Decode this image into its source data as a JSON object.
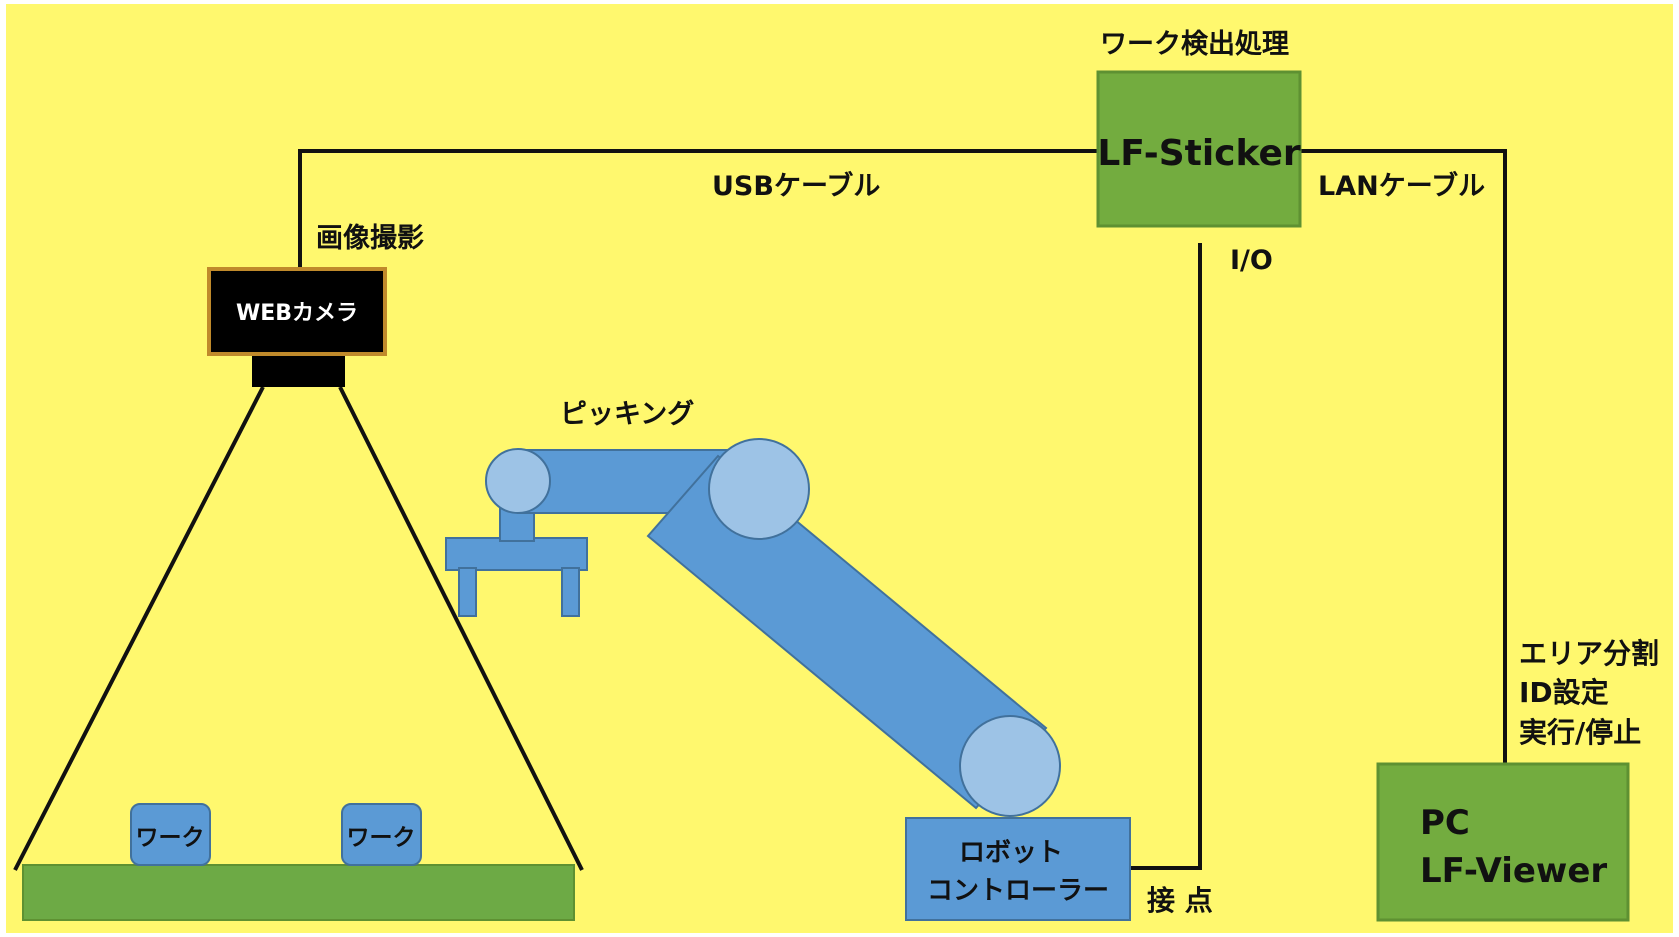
{
  "labels": {
    "work_detection": "ワーク検出処理",
    "lf_sticker": "LF-Sticker",
    "usb_cable": "USBケーブル",
    "lan_cable": "LANケーブル",
    "io": "I/O",
    "image_capture": "画像撮影",
    "web_camera": "WEBカメラ",
    "picking": "ピッキング",
    "work_1": "ワーク",
    "work_2": "ワーク",
    "robot_controller_line1": "ロボット",
    "robot_controller_line2": "コントローラー",
    "contact": "接 点",
    "pc_line1": "PC",
    "pc_line2": "LF-Viewer",
    "pc_note_line1": "エリア分割",
    "pc_note_line2": "ID設定",
    "pc_note_line3": "実行/停止"
  },
  "colors": {
    "background": "#FFF86E",
    "green_box": "#73AC3F",
    "green_border": "#5E9132",
    "floor": "#6DAA45",
    "robot_blue": "#5B9AD5",
    "robot_joint": "#9DC3E6",
    "robot_border": "#41719C",
    "camera_body": "#000000",
    "camera_border": "#C08A2B",
    "line": "#111111"
  }
}
